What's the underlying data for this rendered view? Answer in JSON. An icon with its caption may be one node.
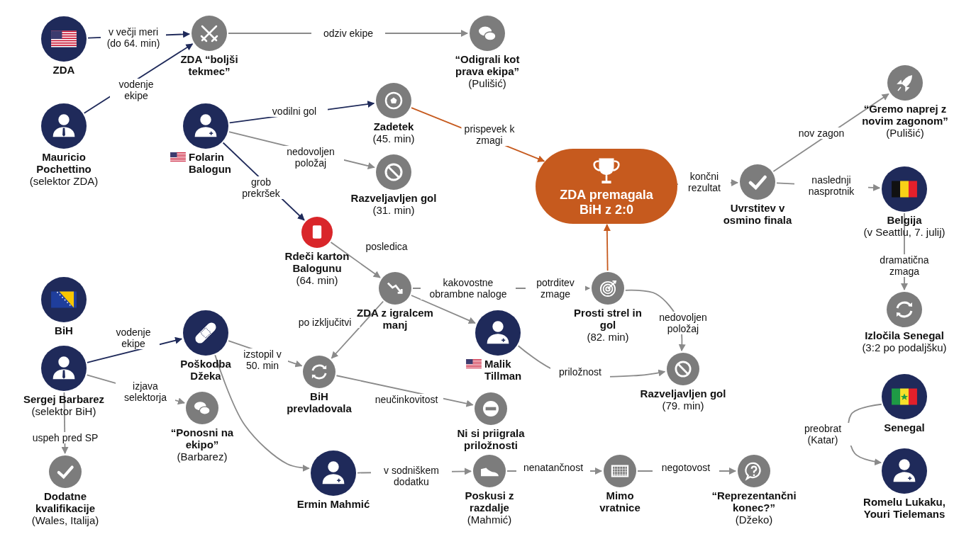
{
  "diagram": {
    "nodes": [
      {
        "text": [
          "ZDA"
        ]
      },
      {
        "text": [
          "ZDA “boljši tekmec”"
        ]
      },
      {
        "text": [
          "“Odigrali kot prava ekipa”",
          "(Pulišić)"
        ]
      },
      {
        "text": [
          "Mauricio Pochettino",
          "(selektor ZDA)"
        ]
      },
      {
        "text": [
          "Folarin Balogun"
        ]
      },
      {
        "text": [
          "Zadetek",
          "(45. min)"
        ]
      },
      {
        "text": [
          "**Razveljavljen gol** (31. min)"
        ]
      },
      {
        "text": [
          "Rdeči karton Balogunu",
          "(64. min)"
        ]
      },
      {
        "text": [
          "ZDA premagala BiH z 2:0"
        ]
      },
      {
        "text": [
          "Uvrstitev v osmino finala"
        ]
      },
      {
        "text": [
          "“Gremo naprej z novim zagonom”",
          "(Pulišić)"
        ]
      },
      {
        "text": [
          "Belgija",
          "(v Seattlu, 7. julij)"
        ]
      },
      {
        "text": [
          "ZDA z igralcem manj"
        ]
      },
      {
        "text": [
          "Prosti strel in gol",
          "(82. min)"
        ]
      },
      {
        "text": [
          "Izločila Senegal",
          "(3:2 po podaljšku)"
        ]
      },
      {
        "text": [
          "BiH"
        ]
      },
      {
        "text": [
          "Poškodba Džeka"
        ]
      },
      {
        "text": [
          "BiH prevladovala"
        ]
      },
      {
        "text": [
          "Malik Tillman"
        ]
      },
      {
        "text": [
          "**Razveljavljen gol** (79. min)"
        ]
      },
      {
        "text": [
          "Sergej Barbarez",
          "(selektor BiH)"
        ]
      },
      {
        "text": [
          "“Ponosni na ekipo”",
          "(Barbarez)"
        ]
      },
      {
        "text": [
          "Ni si priigrala priložnosti"
        ]
      },
      {
        "text": [
          "Senegal"
        ]
      },
      {
        "text": [
          "Dodatne kvalifikacije",
          "(Wales, Italija)"
        ]
      },
      {
        "text": [
          "Ermin Mahmić"
        ]
      },
      {
        "text": [
          "Poskusi z razdalje",
          "(Mahmić)"
        ]
      },
      {
        "text": [
          "Mimo vratnice"
        ]
      },
      {
        "text": [
          "“Reprezentančni konec?”",
          "(Džeko)"
        ]
      },
      {
        "text": [
          "Romelu Lukaku, Youri Tielemans"
        ]
      }
    ],
    "edges": [
      {
        "from": 0,
        "to": 1,
        "arrow": "to",
        "label": "v večji meri (do 64. min)",
        "color": "#1f2a5a"
      },
      {
        "from": 3,
        "to": 1,
        "arrow": "to",
        "label": "vodenje ekipe",
        "color": "#1f2a5a"
      },
      {
        "from": 1,
        "to": 2,
        "arrow": "to",
        "label": "odziv ekipe"
      },
      {
        "from": 4,
        "to": 5,
        "arrow": "to",
        "label": "vodilni gol",
        "color": "#1f2a5a"
      },
      {
        "from": 4,
        "to": 6,
        "arrow": "to",
        "label": "nedovoljen položaj"
      },
      {
        "from": 4,
        "to": 7,
        "arrow": "to",
        "label": "grob prekršek",
        "color": "#1f2a5a"
      },
      {
        "from": 5,
        "to": 8,
        "arrow": "to",
        "label": "prispevek k zmagi",
        "color": "#c65a1e"
      },
      {
        "from": 7,
        "to": 12,
        "arrow": "to",
        "label": "posledica"
      },
      {
        "from": 12,
        "to": 13,
        "arrow": "to",
        "label": "potrditev zmage"
      },
      {
        "from": 13,
        "to": 8,
        "arrow": "to",
        "color": "#c65a1e"
      },
      {
        "from": 8,
        "to": 9,
        "arrow": "to",
        "label": "končni rezultat"
      },
      {
        "from": 9,
        "to": 10,
        "arrow": "to",
        "label": "nov zagon"
      },
      {
        "from": 9,
        "to": 11,
        "arrow": "to",
        "label": "naslednji nasprotnik"
      },
      {
        "from": 11,
        "to": 14,
        "arrow": "to",
        "label": "dramatična zmaga"
      },
      {
        "from": 12,
        "to": 17,
        "arrow": "to",
        "label": "po izključitvi"
      },
      {
        "from": 12,
        "to": 18,
        "arrow": "to"
      },
      {
        "from": 13,
        "to": 19,
        "arrow": "to",
        "label": "nedovoljen položaj"
      },
      {
        "from": 18,
        "to": 19,
        "arrow": "to",
        "label": "priložnost"
      },
      {
        "from": 20,
        "to": 16,
        "arrow": "to",
        "label": "vodenje ekipe",
        "color": "#1f2a5a"
      },
      {
        "from": 20,
        "to": 21,
        "arrow": "to",
        "label": "izjava selektorja"
      },
      {
        "from": 20,
        "to": 24,
        "arrow": "to",
        "label": "uspeh pred SP"
      },
      {
        "from": 16,
        "to": 17,
        "arrow": "to",
        "label": "izstopil v 50. min"
      },
      {
        "from": 16,
        "to": 25,
        "arrow": "to"
      },
      {
        "from": 17,
        "to": 22,
        "arrow": "to",
        "label": "neučinkovitost"
      },
      {
        "from": 25,
        "to": 26,
        "arrow": "to",
        "label": "v sodniškem dodatku"
      },
      {
        "from": 26,
        "to": 27,
        "arrow": "to",
        "label": "nenatančnost"
      },
      {
        "from": 27,
        "to": 28,
        "arrow": "to",
        "label": "negotovost"
      },
      {
        "from": 23,
        "to": 29,
        "arrow": "to",
        "label": "preobrat (Katar)"
      }
    ],
    "labels": [
      "kakovostne obrambne naloge"
    ]
  }
}
